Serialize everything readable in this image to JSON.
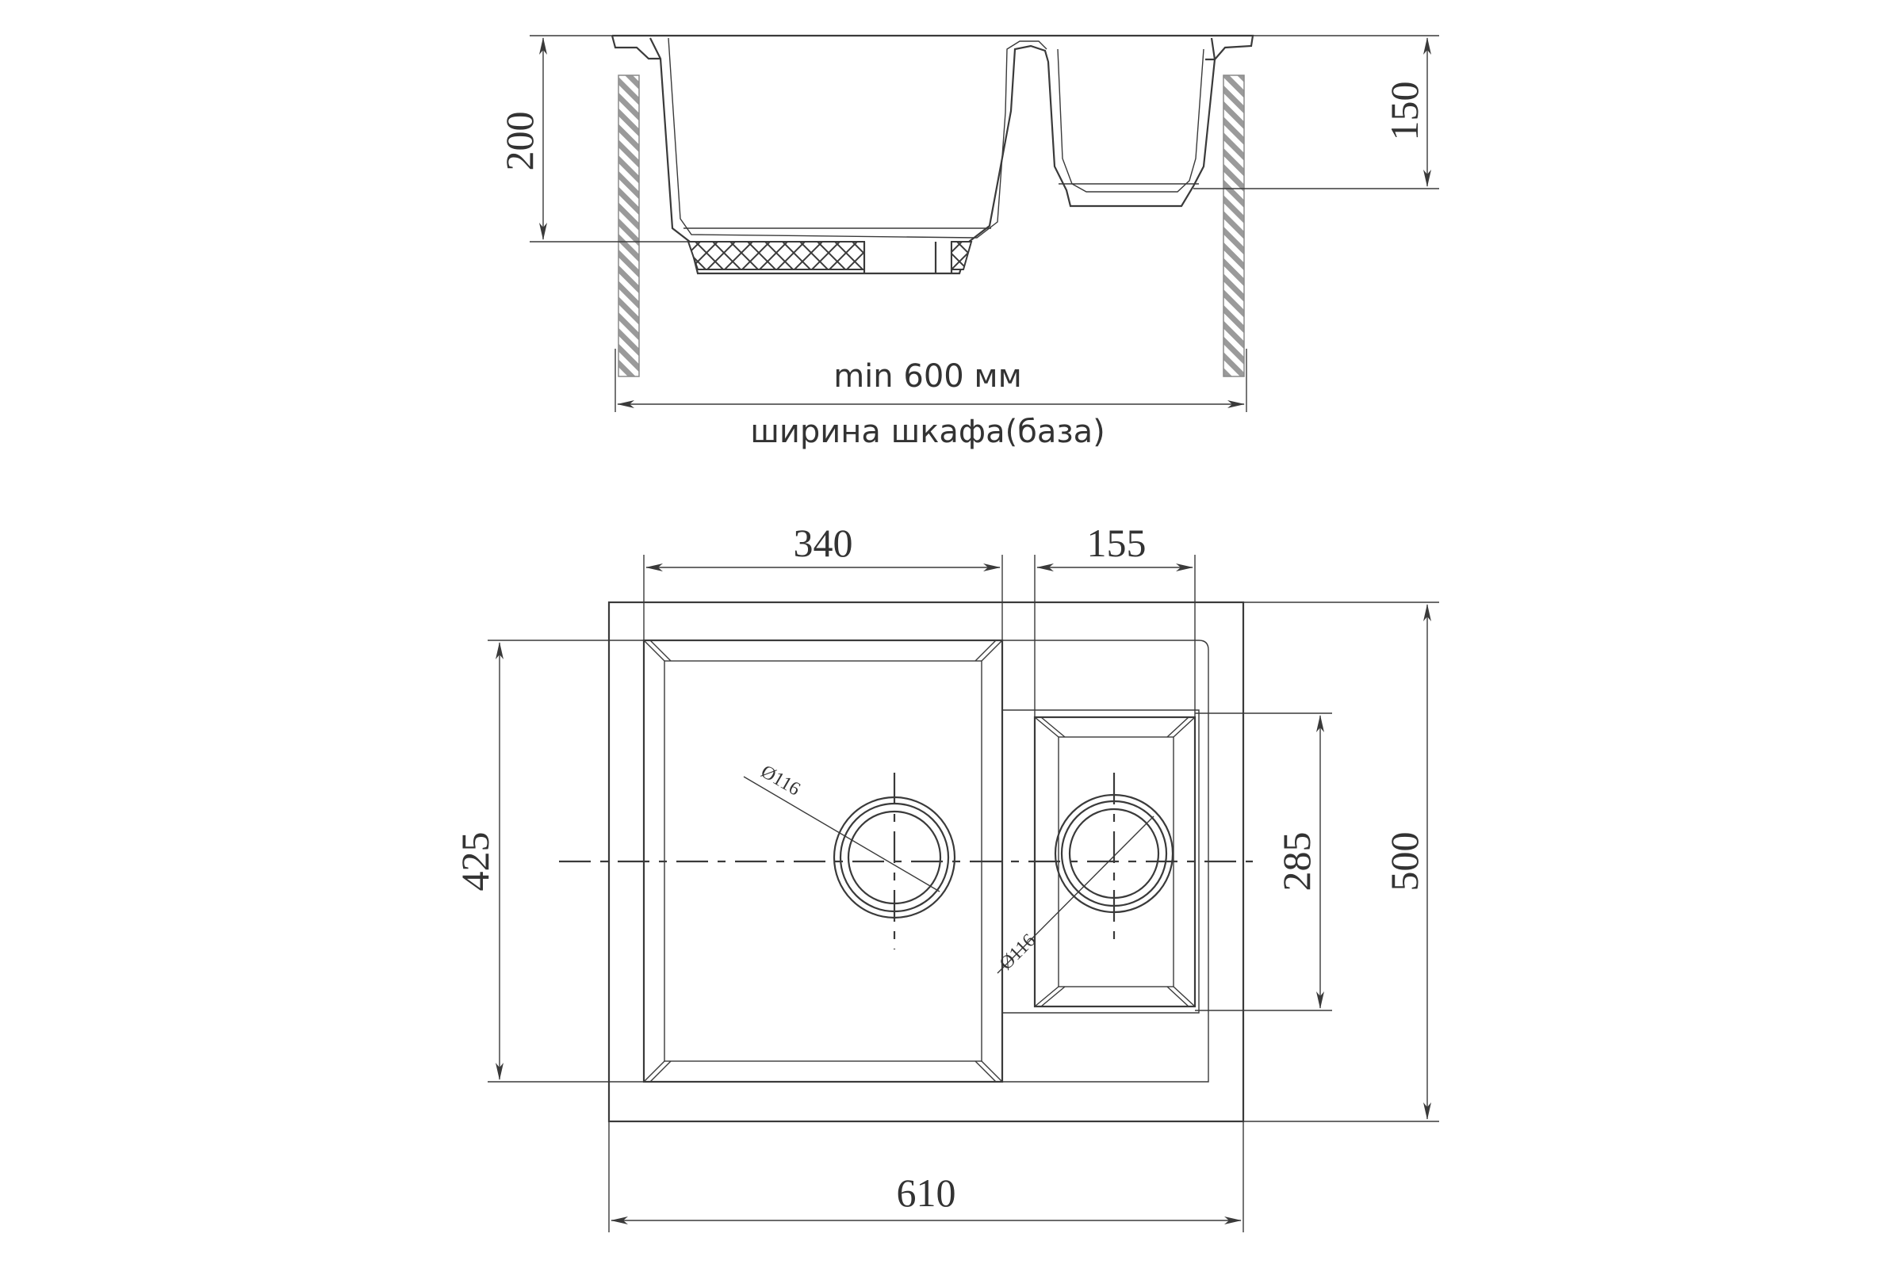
{
  "side_view": {
    "depth_main": "200",
    "depth_small": "150",
    "cabinet_width": "min 600 мм",
    "cabinet_caption": "ширина шкафа(база)"
  },
  "top_view": {
    "main_bowl_width": "340",
    "small_bowl_width": "155",
    "main_bowl_length": "425",
    "small_bowl_length": "285",
    "overall_length": "500",
    "overall_width": "610",
    "drain_main": "Ø116",
    "drain_small": "Ø116"
  },
  "colors": {
    "line": "#3a3a3a",
    "hatch": "#9a9a9a"
  }
}
